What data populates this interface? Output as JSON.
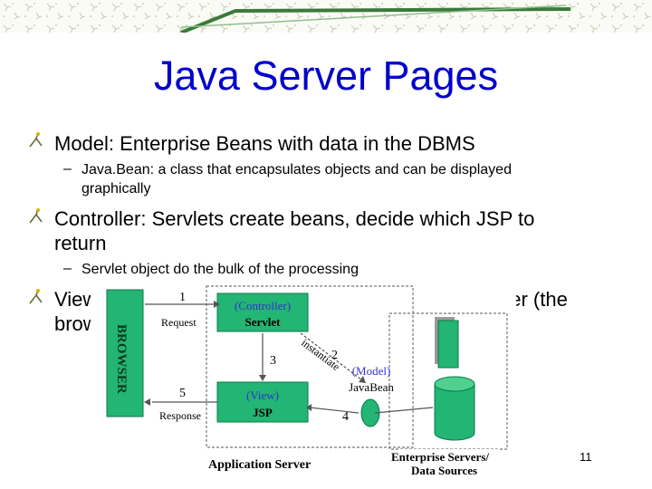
{
  "title": "Java Server Pages",
  "bullets": {
    "model": "Model: Enterprise Beans with data in the DBMS",
    "model_sub_1": "Java.Bean: a class that encapsulates objects and can be displayed",
    "model_sub_2": "graphically",
    "controller_1": "Controller: Servlets create beans, decide which JSP to",
    "controller_2": "return",
    "controller_sub": "Servlet object do the bulk of the processing",
    "view_1_start": "View",
    "view_1_end": "ayer (the",
    "view_2_start": "brow"
  },
  "diagram": {
    "browser": "BROWSER",
    "request": "Request",
    "response": "Response",
    "step1": "1",
    "step2": "2",
    "step3": "3",
    "step4": "4",
    "step5": "5",
    "controller_tag": "(Controller)",
    "servlet": "Servlet",
    "instantiate": "instantiate",
    "view_tag": "(View)",
    "jsp": "JSP",
    "model_tag": "(Model)",
    "javabean": "JavaBean",
    "app_server": "Application Server",
    "enterprise_1": "Enterprise Servers/",
    "enterprise_2": "Data Sources"
  },
  "page_number": "11",
  "colors": {
    "title": "#0000cc",
    "diagram_green": "#22b573",
    "tag_blue": "#3333cc"
  }
}
